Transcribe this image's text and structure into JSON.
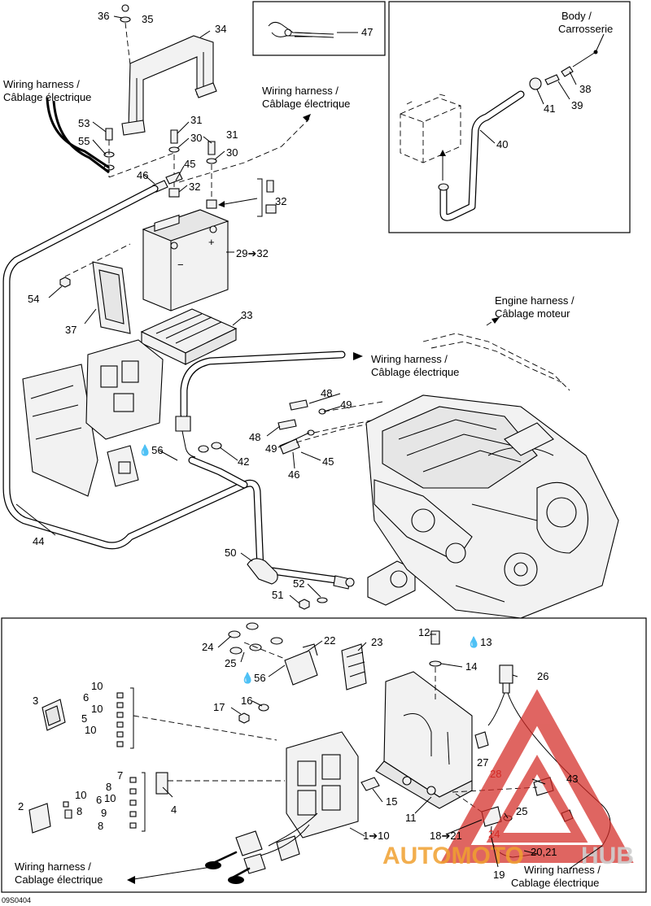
{
  "texts": {
    "wh_en": "Wiring harness /",
    "wh_fr": "Câblage électrique",
    "wh_fr_alt": "Cablage électrique",
    "body_en": "Body /",
    "body_fr": "Carrosserie",
    "eh_en": "Engine harness /",
    "eh_fr": "Câblage moteur",
    "code": "09S0404",
    "watermark_left": "AUTOMOTO",
    "watermark_right": "HUB",
    "range_29_32": "29➔32",
    "range_1_10": "1➔10",
    "range_18_21": "18➔21",
    "pair_20_21": "20,21",
    "drop_56": "💧56",
    "drop_13": "💧13"
  },
  "numbers": {
    "n1": "1",
    "n2": "2",
    "n3": "3",
    "n4": "4",
    "n5": "5",
    "n6": "6",
    "n7": "7",
    "n8": "8",
    "n9": "9",
    "n10": "10",
    "n11": "11",
    "n12": "12",
    "n13": "13",
    "n14": "14",
    "n15": "15",
    "n16": "16",
    "n17": "17",
    "n19": "19",
    "n22": "22",
    "n23": "23",
    "n24": "24",
    "n25": "25",
    "n26": "26",
    "n27": "27",
    "n28": "28",
    "n30": "30",
    "n31": "31",
    "n32": "32",
    "n33": "33",
    "n34": "34",
    "n35": "35",
    "n36": "36",
    "n37": "37",
    "n38": "38",
    "n39": "39",
    "n40": "40",
    "n41": "41",
    "n42": "42",
    "n43": "43",
    "n44": "44",
    "n45": "45",
    "n46": "46",
    "n47": "47",
    "n48": "48",
    "n49": "49",
    "n50": "50",
    "n51": "51",
    "n52": "52",
    "n53": "53",
    "n54": "54",
    "n55": "55"
  },
  "colors": {
    "watermark": "#d42a25",
    "line": "#000000"
  }
}
